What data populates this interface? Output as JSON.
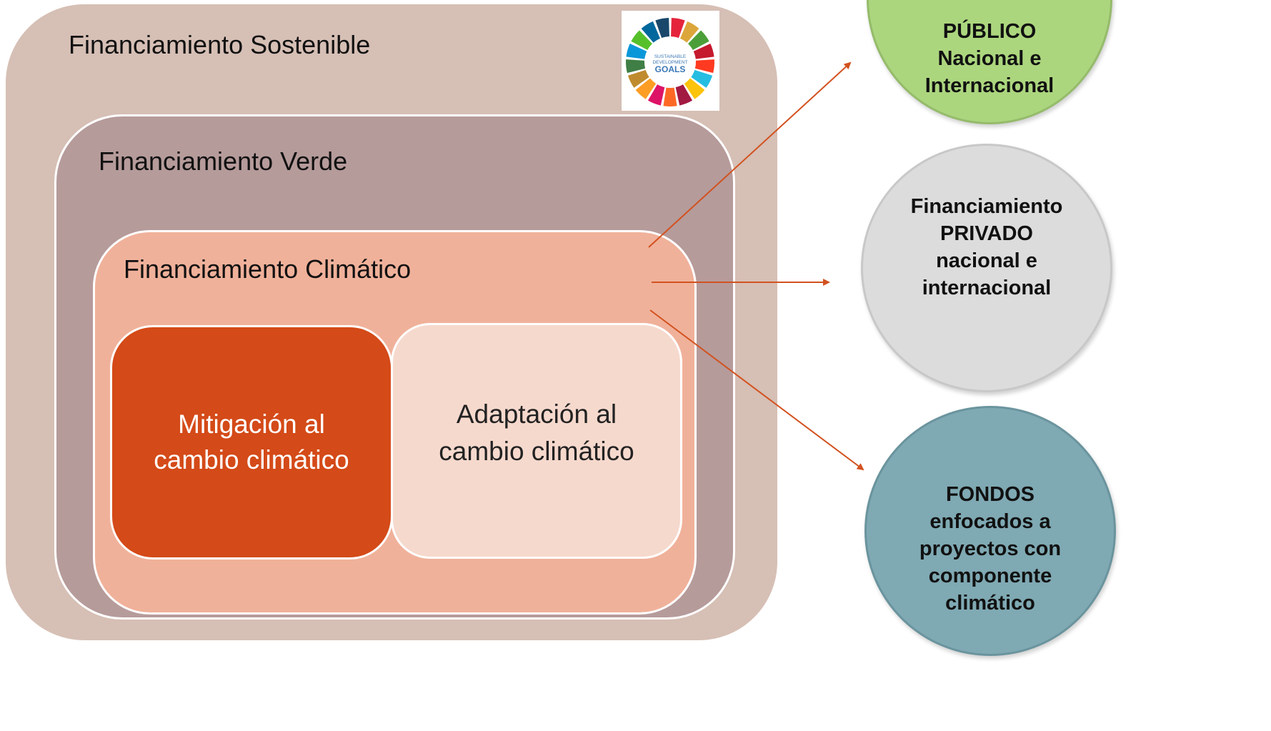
{
  "boxes": {
    "sostenible": "Financiamiento Sostenible",
    "verde": "Financiamiento Verde",
    "climatico": "Financiamiento Climático",
    "mitigacion": "Mitigación al cambio climático",
    "adaptacion": "Adaptación al cambio climático"
  },
  "sdg_logo": {
    "line1": "SUSTAINABLE",
    "line2": "DEVELOPMENT",
    "line3": "GOALS"
  },
  "circles": {
    "publico": [
      "PÚBLICO",
      "Nacional e",
      "Internacional"
    ],
    "privado": [
      "Financiamiento",
      "PRIVADO",
      "nacional e",
      "internacional"
    ],
    "fondos": [
      "FONDOS",
      "enfocados a",
      "proyectos con",
      "componente",
      "climático"
    ]
  },
  "colors": {
    "arrow": "#d2521f",
    "sostenible": "#d6bfb5",
    "verde": "#b69b9b",
    "climatico": "#f0b19a",
    "mitigacion": "#d44a18",
    "adaptacion": "#f6d9cd",
    "publico": "#acd67e",
    "privado": "#dcdcdc",
    "fondos": "#7fa9b3"
  }
}
